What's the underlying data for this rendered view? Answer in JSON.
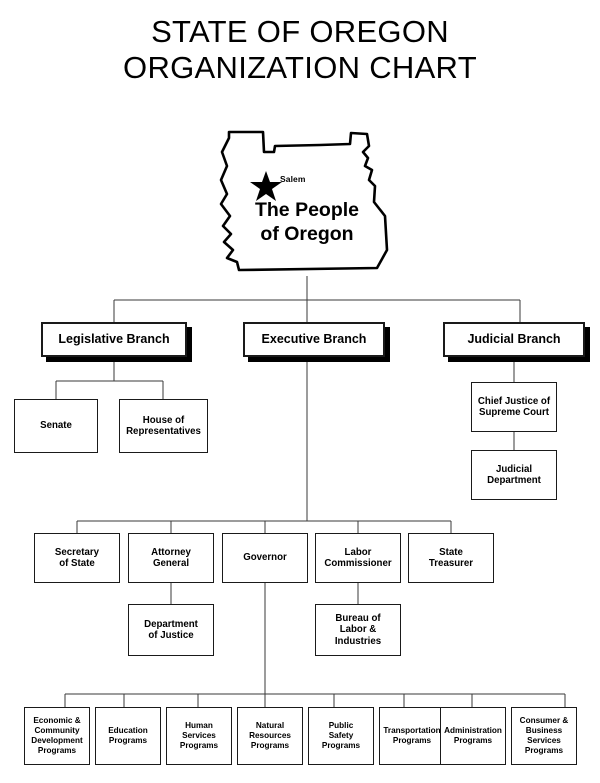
{
  "title": {
    "line1": "STATE OF OREGON",
    "line2": "ORGANIZATION CHART"
  },
  "map": {
    "region_name": "Oregon",
    "capital_marker": "star-icon",
    "capital_label": "Salem",
    "heading_line1": "The People",
    "heading_line2": "of Oregon"
  },
  "branches": {
    "legislative": "Legislative Branch",
    "executive": "Executive Branch",
    "judicial": "Judicial Branch"
  },
  "legislative_children": [
    {
      "line1": "Senate"
    },
    {
      "line1": "House of",
      "line2": "Representatives"
    }
  ],
  "judicial_children": [
    {
      "line1": "Chief Justice of",
      "line2": "Supreme Court"
    },
    {
      "line1": "Judicial",
      "line2": "Department"
    }
  ],
  "executive_officers": [
    {
      "line1": "Secretary",
      "line2": "of State"
    },
    {
      "line1": "Attorney",
      "line2": "General"
    },
    {
      "line1": "Governor"
    },
    {
      "line1": "Labor",
      "line2": "Commissioner"
    },
    {
      "line1": "State",
      "line2": "Treasurer"
    }
  ],
  "executive_agencies": [
    {
      "line1": "Department",
      "line2": "of Justice"
    },
    {
      "line1": "Bureau of",
      "line2": "Labor &",
      "line3": "Industries"
    }
  ],
  "programs": [
    {
      "line1": "Economic &",
      "line2": "Community",
      "line3": "Development",
      "line4": "Programs"
    },
    {
      "line1": "Education",
      "line2": "Programs"
    },
    {
      "line1": "Human",
      "line2": "Services",
      "line3": "Programs"
    },
    {
      "line1": "Natural",
      "line2": "Resources",
      "line3": "Programs"
    },
    {
      "line1": "Public",
      "line2": "Safety",
      "line3": "Programs"
    },
    {
      "line1": "Transportation",
      "line2": "Programs"
    },
    {
      "line1": "Administration",
      "line2": "Programs"
    },
    {
      "line1": "Consumer &",
      "line2": "Business",
      "line3": "Services",
      "line4": "Programs"
    }
  ],
  "colors": {
    "background": "#ffffff",
    "ink": "#000000",
    "box_border": "#1a1a1a",
    "connector": "#3a3a3a",
    "shadow": "#000000"
  }
}
